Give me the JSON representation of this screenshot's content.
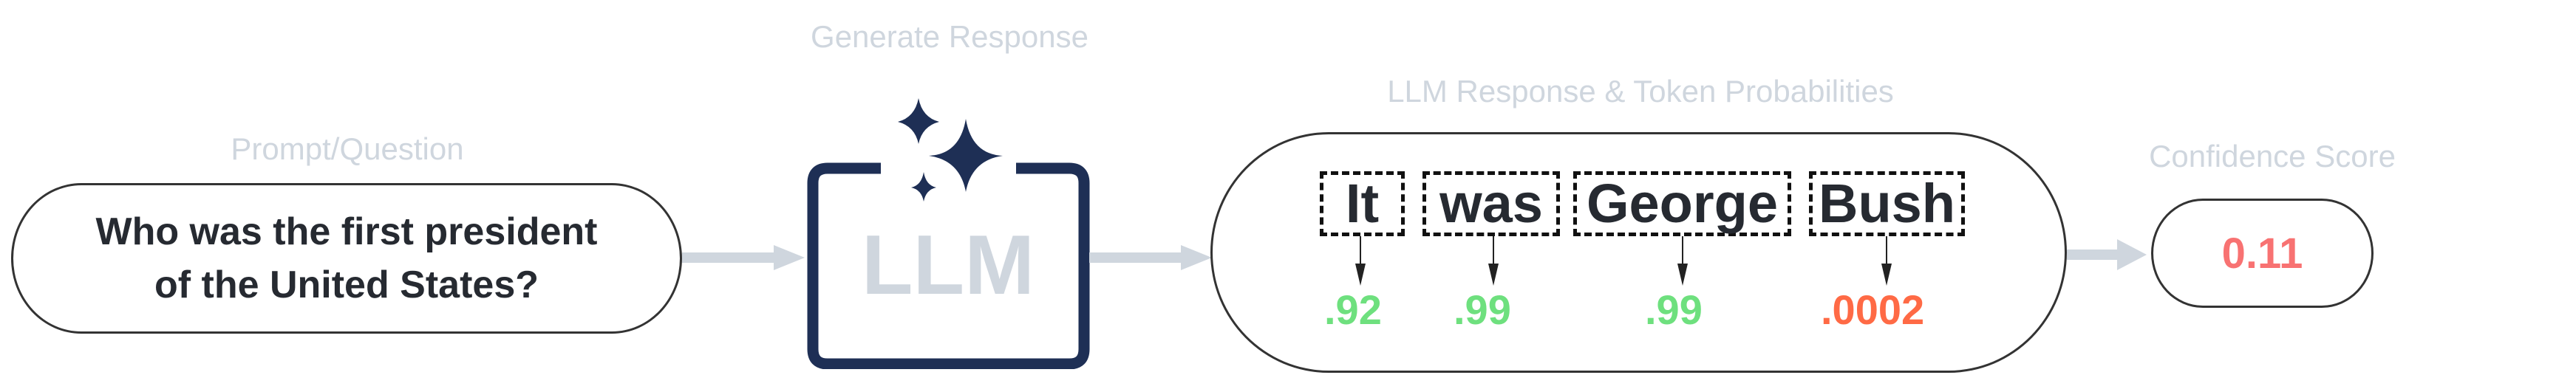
{
  "labels": {
    "prompt": "Prompt/Question",
    "generate": "Generate Response",
    "response": "LLM Response & Token Probabilities",
    "confidence": "Confidence Score"
  },
  "prompt": {
    "line1": "Who was the first president",
    "line2": "of the United States?"
  },
  "llm": {
    "text": "LLM",
    "icon": "sparkles-icon"
  },
  "tokens": [
    {
      "text": "It",
      "prob": ".92",
      "color": "#6ee07e"
    },
    {
      "text": "was",
      "prob": ".99",
      "color": "#6ee07e"
    },
    {
      "text": "George",
      "prob": ".99",
      "color": "#6ee07e"
    },
    {
      "text": "Bush",
      "prob": ".0002",
      "color": "#ff6a45"
    }
  ],
  "confidence": {
    "value": "0.11",
    "color": "#f87272"
  },
  "colors": {
    "navy": "#1e2f55",
    "label": "#cfd6de",
    "arrow": "#cfd6de"
  }
}
